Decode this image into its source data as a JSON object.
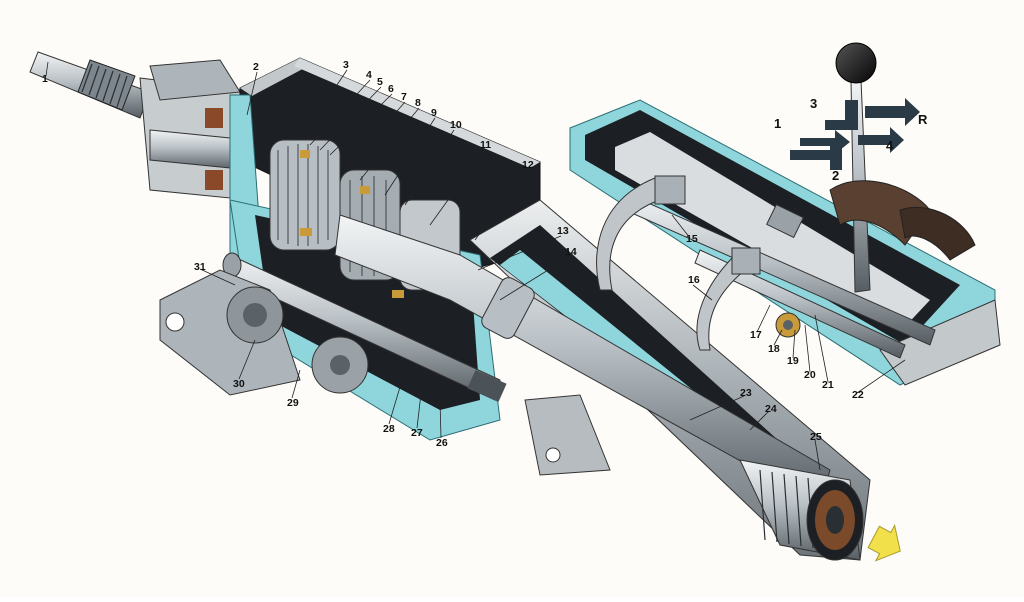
{
  "diagram": {
    "labels": [
      "1",
      "2",
      "3",
      "4",
      "5",
      "6",
      "7",
      "8",
      "9",
      "10",
      "11",
      "12",
      "13",
      "14",
      "15",
      "16",
      "17",
      "18",
      "19",
      "20",
      "21",
      "22",
      "23",
      "24",
      "25",
      "26",
      "27",
      "28",
      "29",
      "30",
      "31"
    ],
    "shift_pattern": [
      "1",
      "2",
      "3",
      "4",
      "R"
    ],
    "colors": {
      "casing_cut": "#8fd6dc",
      "casing_dark": "#1c1f24",
      "metal_light": "#d9dde0",
      "metal_mid": "#9aa2a8",
      "metal_dark": "#4b5359",
      "brass": "#c99a3a",
      "knob": "#1a1a1a",
      "arrow_output": "#f2e04a"
    },
    "icons": [
      "gear-shift-knob-icon",
      "output-direction-arrow-icon"
    ]
  }
}
